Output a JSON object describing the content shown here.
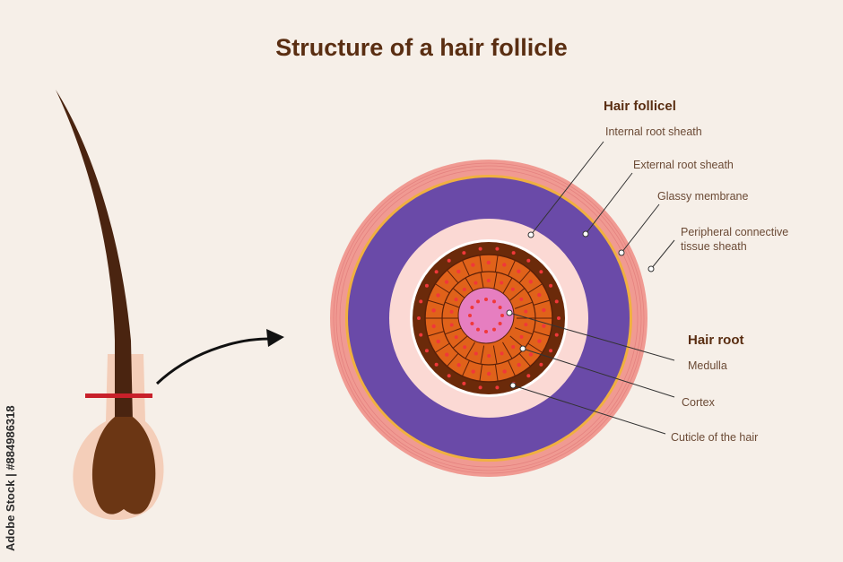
{
  "title": "Structure of a hair follicle",
  "follicle": {
    "heading": "Hair follicel",
    "labels": [
      "Internal root sheath",
      "External root sheath",
      "Glassy membrane",
      "Peripheral connective",
      "tissue sheath"
    ]
  },
  "root": {
    "heading": "Hair root",
    "labels": [
      "Medulla",
      "Cortex",
      "Cuticle of the hair"
    ]
  },
  "watermark": "Adobe Stock | #884986318",
  "colors": {
    "background": "#f6efe8",
    "outer": "#f09a92",
    "glassy": "#f0b040",
    "external": "#6a4aa8",
    "internal": "#fbd9d4",
    "cuticle": "#6b2a0a",
    "cortex": "#e0621a",
    "medulla": "#e67ec0",
    "hair": "#4a2410",
    "cut": "#c8202a"
  }
}
